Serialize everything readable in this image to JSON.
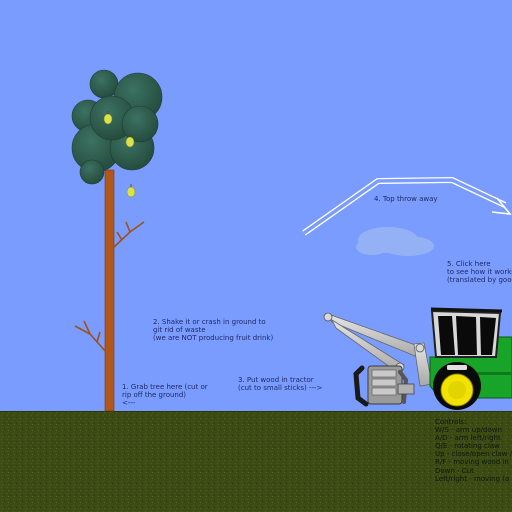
{
  "colors": {
    "sky": "#7a9cff",
    "ground": "#3c4a14",
    "trunk": "#b2561a",
    "foliage": "#2f5e4e",
    "pear": "#d9e24a",
    "tractor_body": "#18a428",
    "wheel_rim": "#f2e200",
    "arm": "#c8c8c8",
    "text": "#1f2a66"
  },
  "icons": {
    "throw_arrow": "curved-arrow-icon",
    "claw": "claw-icon"
  },
  "instructions": {
    "grab": [
      "1. Grab tree here (cut or",
      "rip off the ground)",
      "<---"
    ],
    "shake": [
      "2. Shake it or crash in ground to",
      "git rid of waste",
      "(we are NOT producing fruit drink)"
    ],
    "put": [
      "3. Put wood in tractor",
      "(cut to small sticks)  --->"
    ],
    "throw": [
      "4. Top throw away"
    ],
    "info": [
      "5. Click here",
      "to see how it works",
      "(translated by goog"
    ]
  },
  "controls": [
    "Controls:",
    "W/S - arm up/down",
    "A/D - arm left/right",
    "Q/E - rotating claw",
    "Up - close/open claw /",
    "R/F - moving wood in",
    "Down - Cut",
    "Left/right - moving (a"
  ]
}
